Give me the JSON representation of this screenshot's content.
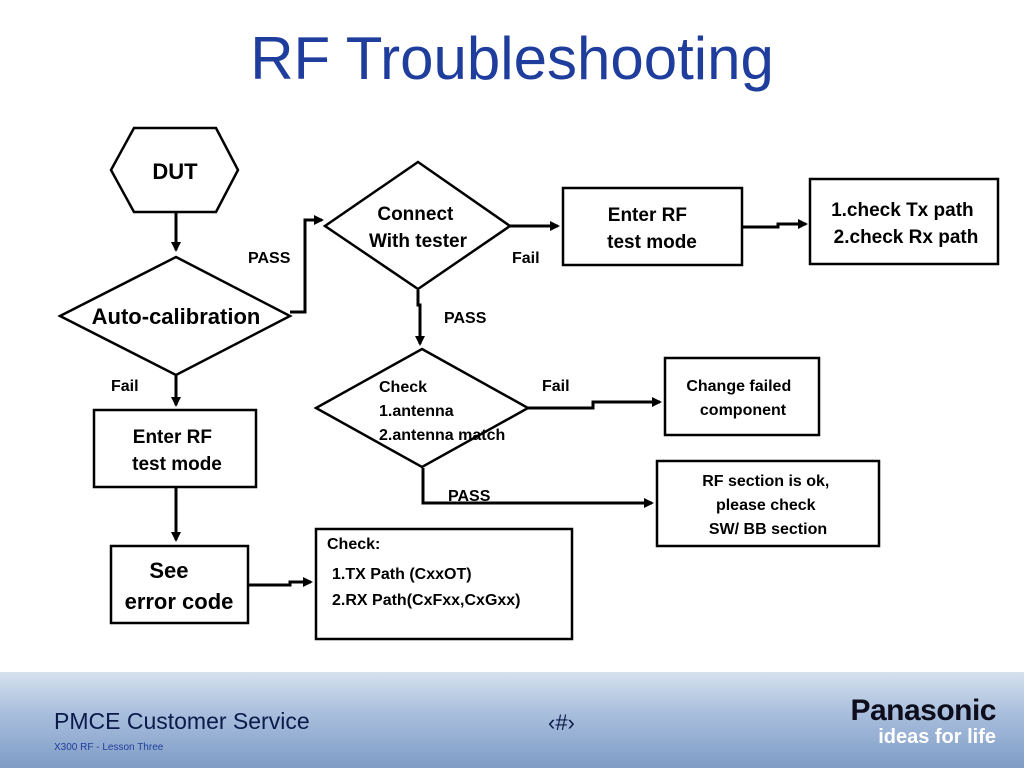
{
  "slide": {
    "title": "RF Troubleshooting"
  },
  "nodes": {
    "dut": "DUT",
    "autocal": "Auto-calibration",
    "connect": [
      "Connect",
      "With tester"
    ],
    "enter_rf_top": [
      "Enter RF",
      "test mode"
    ],
    "check_paths": [
      "1.check Tx path",
      "2.check Rx path"
    ],
    "check_antenna": [
      "Check",
      "1.antenna",
      "2.antenna match"
    ],
    "change_failed": [
      "Change failed",
      "component"
    ],
    "rf_ok": [
      "RF section is ok,",
      "please check",
      "SW/ BB section"
    ],
    "enter_rf_left": [
      "Enter RF",
      "test mode"
    ],
    "see_error": [
      "See",
      "error code"
    ],
    "check_tx_rx": [
      "Check:",
      "1.TX Path (CxxOT)",
      "2.RX Path(CxFxx,CxGxx)"
    ]
  },
  "edges": {
    "autocal_pass": "PASS",
    "autocal_fail": "Fail",
    "connect_fail": "Fail",
    "connect_pass": "PASS",
    "antenna_fail": "Fail",
    "antenna_pass": "PASS"
  },
  "footer": {
    "left": "PMCE  Customer Service",
    "sub": "X300 RF  - Lesson Three",
    "page": "‹#›",
    "brand": "Panasonic",
    "tagline": "ideas for life"
  }
}
